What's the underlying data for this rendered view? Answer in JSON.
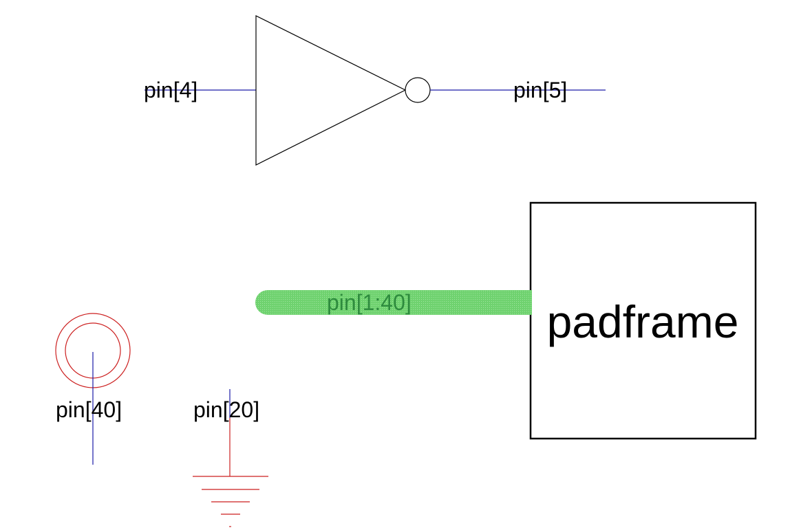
{
  "colors": {
    "wire": "#1a1aa6",
    "power_symbol": "#cc1f1f",
    "bus_fill": "#6fd26f",
    "bus_text": "#2e8b3e",
    "outline": "#000000",
    "background": "#ffffff"
  },
  "inverter": {
    "input_label": "pin[4]",
    "output_label": "pin[5]"
  },
  "bus": {
    "label": "pin[1:40]"
  },
  "padframe": {
    "label": "padframe"
  },
  "power_pin": {
    "label": "pin[40]",
    "icon": "vdd-circle-icon"
  },
  "ground_pin": {
    "label": "pin[20]",
    "icon": "ground-icon"
  }
}
